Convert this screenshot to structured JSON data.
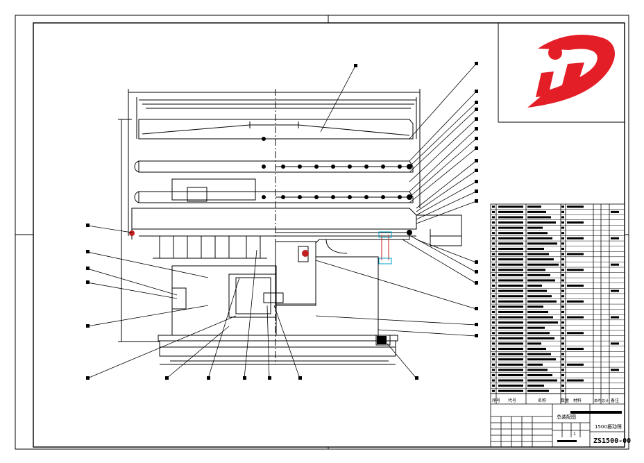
{
  "logo": {
    "name": "company-logo",
    "colors": {
      "primary": "#e41e26",
      "secondary": "#ffffff"
    }
  },
  "title_block": {
    "header_labels": [
      "序号",
      "代号",
      "名称",
      "数量",
      "材料",
      "单件",
      "总计",
      "备注"
    ],
    "drawing_name": "1500振动筛",
    "drawing_number": "ZS1500-00",
    "company_label": "总装配图",
    "scale_value": "1"
  },
  "colors": {
    "line": "#000000",
    "accent_red": "#e41e26",
    "accent_cyan": "#00a0c8",
    "center_line": "#d04040"
  }
}
